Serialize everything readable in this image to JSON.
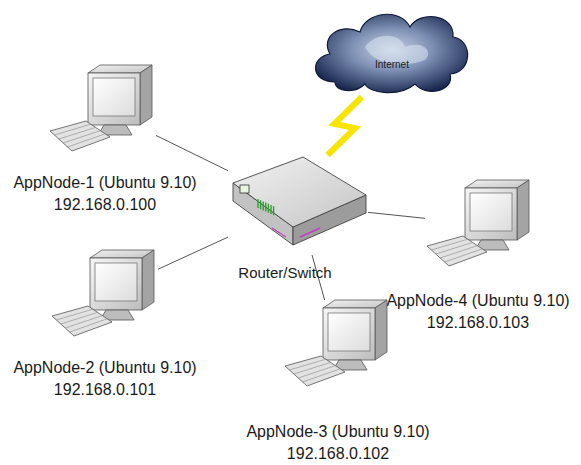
{
  "diagram": {
    "nodes": [
      {
        "text": [
          "Internet"
        ]
      },
      {
        "text": [
          "AppNode-1 (Ubuntu 9.10)",
          "192.168.0.100"
        ]
      },
      {
        "text": [
          "Router/Switch"
        ]
      },
      {
        "text": [
          "AppNode-4 (Ubuntu 9.10)",
          "192.168.0.103"
        ]
      },
      {
        "text": [
          "AppNode-2 (Ubuntu 9.10)",
          "192.168.0.101"
        ]
      },
      {
        "text": [
          "AppNode-3 (Ubuntu 9.10)",
          "192.168.0.102"
        ]
      }
    ],
    "edges": [
      {
        "from": 2,
        "to": 0,
        "arrow": "none"
      },
      {
        "from": 2,
        "to": 1,
        "arrow": "none"
      },
      {
        "from": 2,
        "to": 3,
        "arrow": "none"
      },
      {
        "from": 2,
        "to": 4,
        "arrow": "none"
      },
      {
        "from": 2,
        "to": 5,
        "arrow": "none"
      }
    ]
  }
}
